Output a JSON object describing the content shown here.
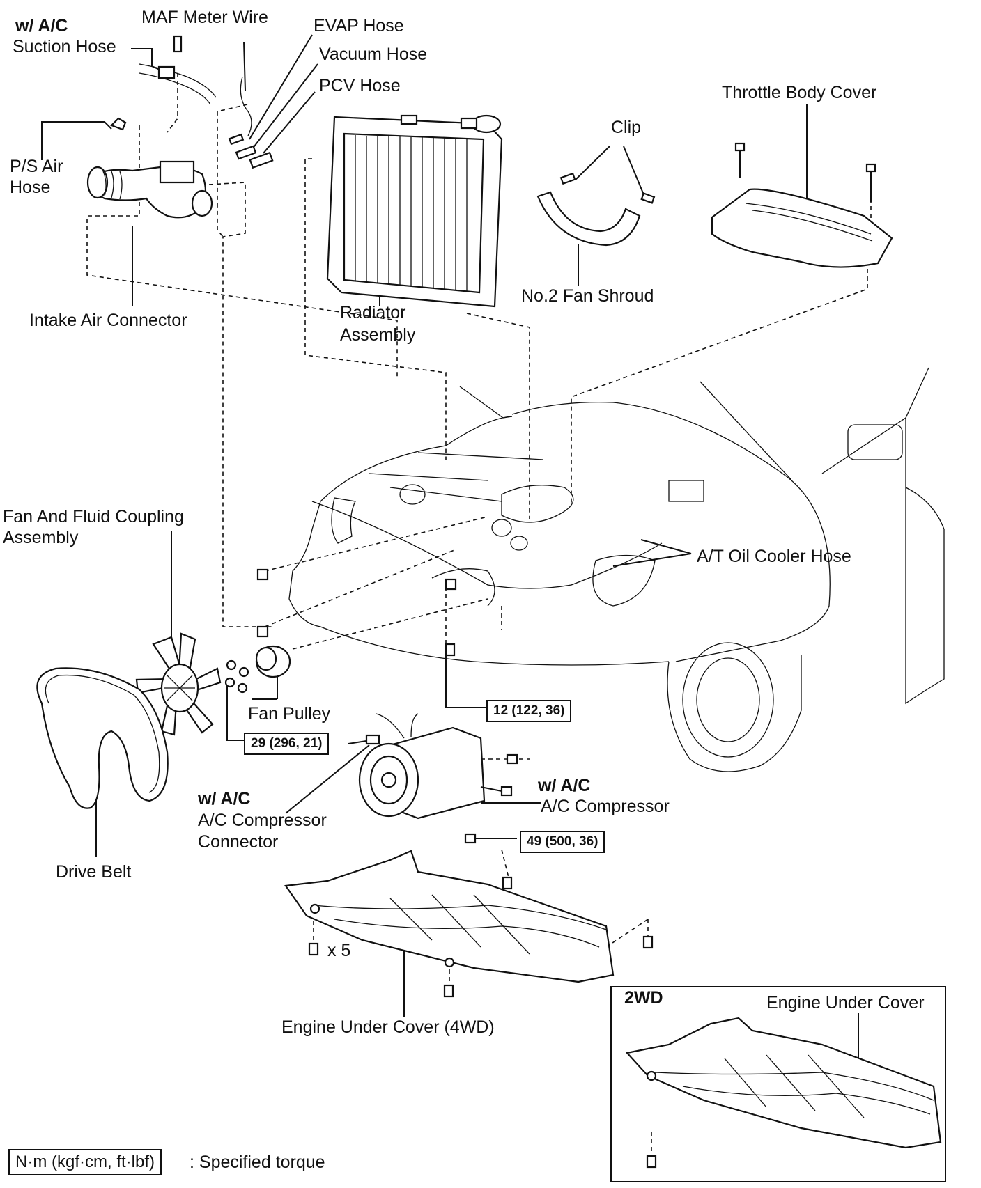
{
  "labels": {
    "wac_suction": "w/ A/C",
    "suction_hose": "Suction Hose",
    "maf_meter_wire": "MAF Meter Wire",
    "evap_hose": "EVAP Hose",
    "vacuum_hose": "Vacuum Hose",
    "pcv_hose": "PCV Hose",
    "ps_air_hose_1": "P/S Air",
    "ps_air_hose_2": "Hose",
    "intake_air_connector": "Intake Air Connector",
    "radiator_assembly_1": "Radiator",
    "radiator_assembly_2": "Assembly",
    "clip": "Clip",
    "no2_fan_shroud": "No.2 Fan Shroud",
    "throttle_body_cover": "Throttle Body Cover",
    "fan_coupling_1": "Fan And Fluid Coupling",
    "fan_coupling_2": "Assembly",
    "at_oil_cooler_hose": "A/T Oil Cooler Hose",
    "fan_pulley": "Fan Pulley",
    "wac_connector": "w/ A/C",
    "ac_comp_connector_1": "A/C Compressor",
    "ac_comp_connector_2": "Connector",
    "wac_compressor": "w/ A/C",
    "ac_compressor": "A/C Compressor",
    "drive_belt": "Drive Belt",
    "x5": "x 5",
    "engine_under_cover_4wd": "Engine Under Cover (4WD)",
    "inset_2wd": "2WD",
    "engine_under_cover": "Engine Under Cover"
  },
  "torques": {
    "t12": "12 (122, 36)",
    "t29": "29 (296, 21)",
    "t49": "49 (500, 36)"
  },
  "legend": {
    "unit": "N·m (kgf·cm, ft·lbf)",
    "desc": ": Specified torque"
  }
}
